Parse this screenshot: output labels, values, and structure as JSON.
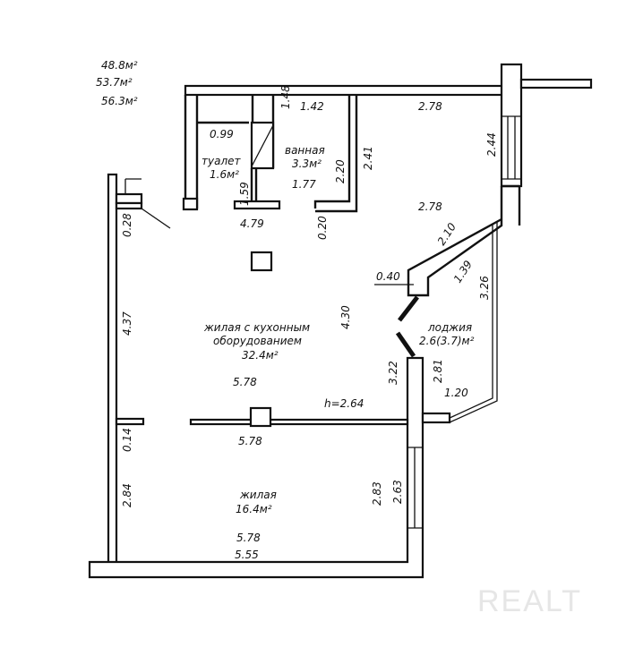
{
  "areas": {
    "living": "48.8м²",
    "total": "53.7м²",
    "total_with_loggia": "56.3м²"
  },
  "rooms": {
    "toilet": {
      "name": "туалет",
      "area": "1.6м²"
    },
    "bathroom": {
      "name": "ванная",
      "area": "3.3м²"
    },
    "living_kitchen": {
      "name_line1": "жилая с кухонным",
      "name_line2": "оборудованием",
      "area": "32.4м²"
    },
    "loggia": {
      "name": "лоджия",
      "area": "2.6(3.7)м²"
    },
    "living": {
      "name": "жилая",
      "area": "16.4м²"
    }
  },
  "ceiling_height": "h=2.64",
  "dimensions": {
    "d142": "1.42",
    "d278a": "2.78",
    "d099": "0.99",
    "d148": "1.48",
    "d241": "2.41",
    "d244": "2.44",
    "d220": "2.20",
    "d159": "1.59",
    "d177": "1.77",
    "d479": "4.79",
    "d020": "0.20",
    "d028": "0.28",
    "d278b": "2.78",
    "d210": "2.10",
    "d040": "0.40",
    "d139": "1.39",
    "d326": "3.26",
    "d437": "4.37",
    "d430": "4.30",
    "d322": "3.22",
    "d281": "2.81",
    "d578a": "5.78",
    "d120": "1.20",
    "d578b": "5.78",
    "d014": "0.14",
    "d284": "2.84",
    "d283": "2.83",
    "d263": "2.63",
    "d578c": "5.78",
    "d555": "5.55"
  },
  "watermark": "REALT"
}
